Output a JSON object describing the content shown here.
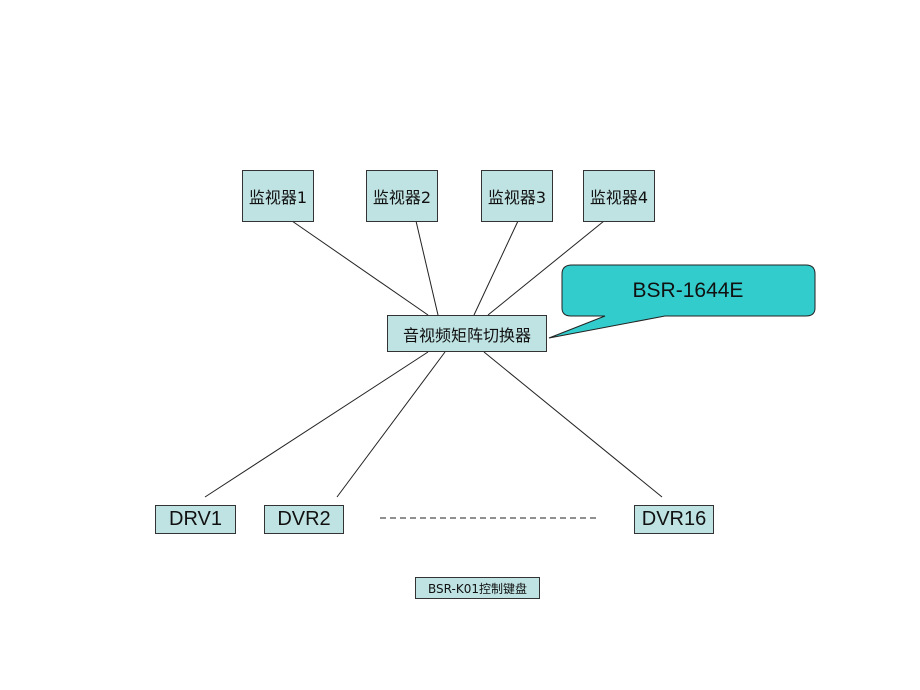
{
  "monitors": [
    {
      "label": "监视器1"
    },
    {
      "label": "监视器2"
    },
    {
      "label": "监视器3"
    },
    {
      "label": "监视器4"
    }
  ],
  "switcher": {
    "label": "音视频矩阵切换器"
  },
  "callout": {
    "label": "BSR-1644E",
    "fill": "#33cccc"
  },
  "recorders": [
    {
      "label": "DRV1"
    },
    {
      "label": "DVR2"
    },
    {
      "label": "DVR16"
    }
  ],
  "keyboard": {
    "label": "BSR-K01控制键盘"
  },
  "colors": {
    "box_fill": "#bfe3e3",
    "line": "#222222"
  }
}
